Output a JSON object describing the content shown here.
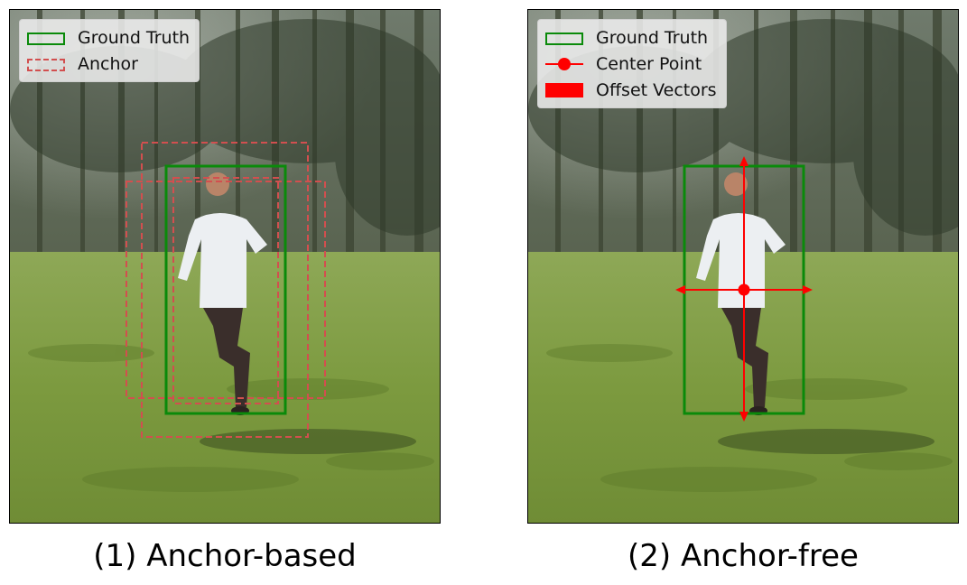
{
  "panels": {
    "left": {
      "caption": "(1) Anchor-based",
      "legend": [
        {
          "label": "Ground Truth",
          "style": "ground-truth"
        },
        {
          "label": "Anchor",
          "style": "anchor"
        }
      ]
    },
    "right": {
      "caption": "(2) Anchor-free",
      "legend": [
        {
          "label": "Ground Truth",
          "style": "ground-truth"
        },
        {
          "label": "Center Point",
          "style": "center-point"
        },
        {
          "label": "Offset Vectors",
          "style": "offset-vectors"
        }
      ]
    }
  },
  "colors": {
    "ground_truth": "#0a8a0a",
    "anchor": "#d24f4f",
    "center_and_offsets": "#ff0000"
  }
}
